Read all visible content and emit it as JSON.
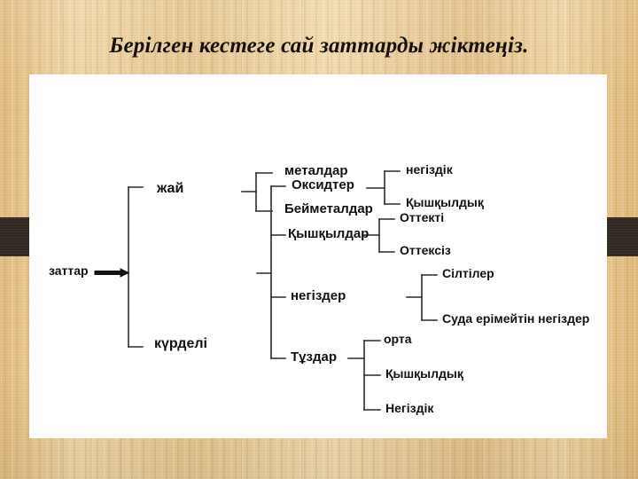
{
  "slide": {
    "title": "Берілген кестеге сай заттарды жіктеңіз.",
    "background_color": "#e9c991",
    "band_color": "#332a23",
    "panel_color": "#ffffff",
    "line_color": "#2b2b2b",
    "text_color": "#14110d"
  },
  "diagram": {
    "root": "заттар",
    "level1": {
      "simple": "жай",
      "complex": "күрделі"
    },
    "simple_children": [
      "металдар",
      "Бейметалдар"
    ],
    "complex_children": [
      "Оксидтер",
      "Қышқылдар",
      "негіздер",
      "Тұздар"
    ],
    "oxide_children": [
      "негіздік",
      "Қышқылдық"
    ],
    "acid_children": [
      "Оттекті",
      "Оттексіз"
    ],
    "base_children": [
      "Сілтілер",
      "Суда ерімейтін негіздер"
    ],
    "salt_children": [
      "орта",
      "Қышқылдық",
      "Негіздік"
    ]
  }
}
